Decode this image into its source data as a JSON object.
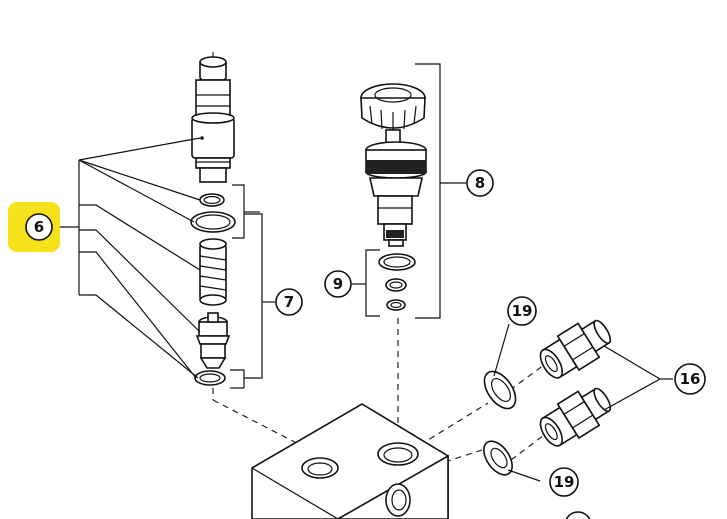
{
  "diagram": {
    "callouts": {
      "c6": "6",
      "c7": "7",
      "c8": "8",
      "c9": "9",
      "c16": "16",
      "c19a": "19",
      "c19b": "19"
    },
    "highlight_color": "#f6e21a",
    "line_color": "#111111"
  }
}
